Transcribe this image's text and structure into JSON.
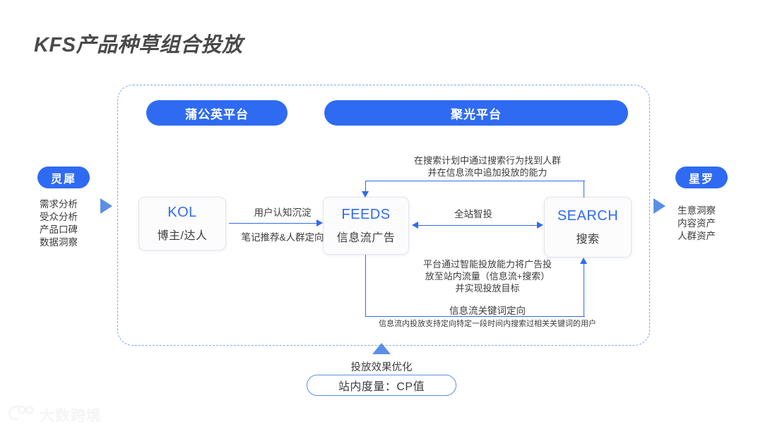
{
  "title": "KFS产品种草组合投放",
  "platforms": [
    {
      "id": "dandelion",
      "label": "蒲公英平台"
    },
    {
      "id": "spotlight",
      "label": "聚光平台"
    }
  ],
  "left_panel": {
    "pill": "灵犀",
    "items": "需求分析\n受众分析\n产品口碑\n数据洞察"
  },
  "right_panel": {
    "pill": "星罗",
    "items": "生意洞察\n内容资产\n人群资产"
  },
  "nodes": [
    {
      "id": "kol",
      "en": "KOL",
      "cn": "博主/达人"
    },
    {
      "id": "feeds",
      "en": "FEEDS",
      "cn": "信息流广告"
    },
    {
      "id": "search",
      "en": "SEARCH",
      "cn": "搜索"
    }
  ],
  "edge_labels": {
    "kol_to_feeds_top": "用户认知沉淀",
    "kol_to_feeds_bottom": "笔记推荐&人群定向",
    "feeds_search": "全站智投"
  },
  "annotations": {
    "top": "在搜索计划中通过搜索行为找到人群\n并在信息流中追加投放的能力",
    "middle": "平台通过智能投放能力将广告投\n放至站内流量（信息流+搜索）\n并实现投放目标",
    "keyword_title": "信息流关键词定向",
    "keyword_desc": "信息流内投放支持定向特定一段时间内搜索过相关关键词的用户"
  },
  "bottom": {
    "label": "投放效果优化",
    "pill": "站内度量：CP值"
  },
  "watermark": {
    "text": "大数跨境"
  },
  "colors": {
    "brand_blue": "#2f6bf2",
    "light_blue": "#5b8ee6",
    "dashed_border": "#7fa7e8",
    "text_dark": "#3c3c3c"
  }
}
